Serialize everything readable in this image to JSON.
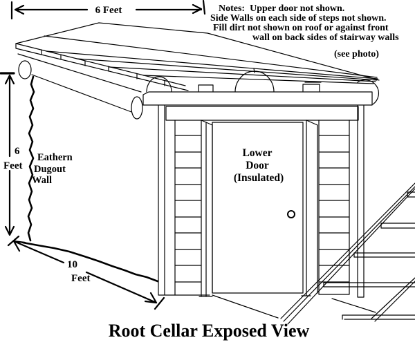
{
  "colors": {
    "background": "#ffffff",
    "ink": "#000000"
  },
  "dimension_top": {
    "label": "6 Feet"
  },
  "dimension_left": {
    "value": "6",
    "unit": "Feet"
  },
  "dimension_diagonal": {
    "value": "10",
    "unit": "Feet"
  },
  "notes": {
    "line1": "Notes:  Upper door not shown.",
    "line2": "Side Walls on each side of steps not shown.",
    "line3": "Fill dirt not shown on roof or against front",
    "line4": "wall on back sides of stairway walls",
    "line5": "(see photo)"
  },
  "wall_label": {
    "line1": "Eathern",
    "line2": "Dugout",
    "line3": "Wall"
  },
  "door_label": {
    "line1": "Lower",
    "line2": "Door",
    "line3": "(Insulated)"
  },
  "title": "Root Cellar Exposed View"
}
